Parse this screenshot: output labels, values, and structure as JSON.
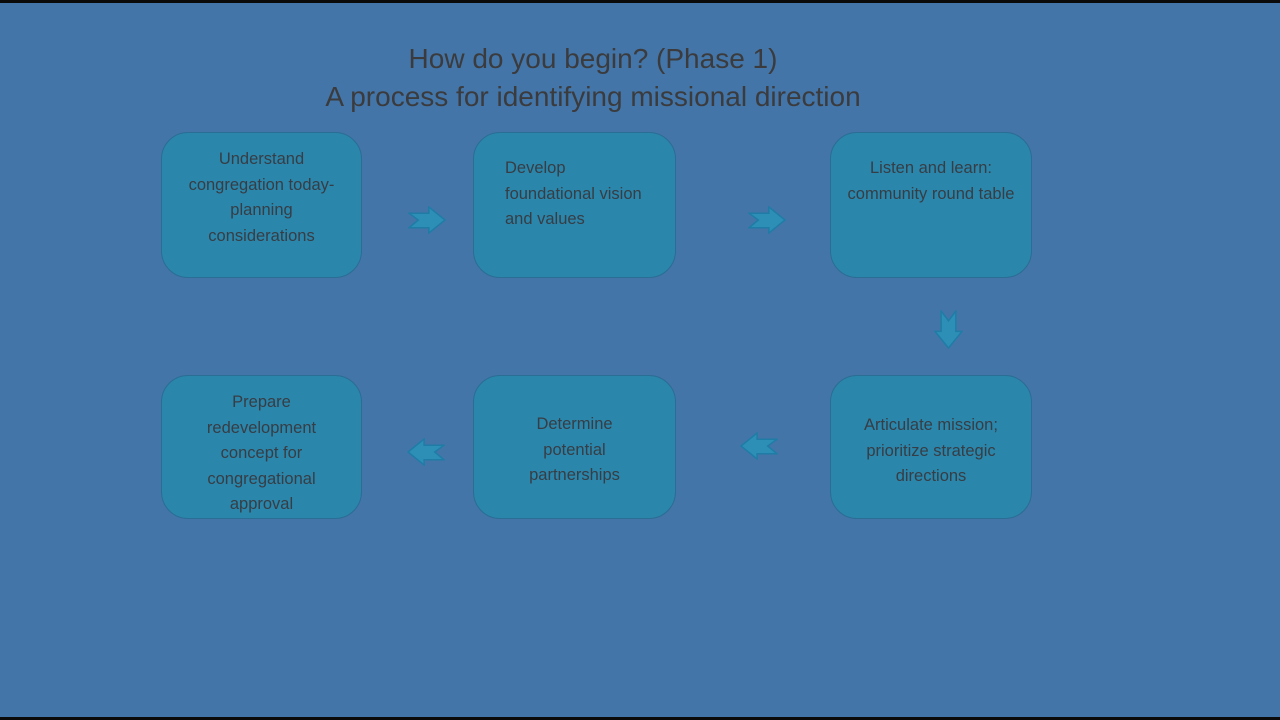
{
  "title": {
    "line1": "How do you begin? (Phase 1)",
    "line2": "A process for identifying missional direction"
  },
  "diagram": {
    "boxes": [
      {
        "id": "step-1",
        "label": "Understand congregation today-planning considerations"
      },
      {
        "id": "step-2",
        "label": "Develop foundational vision and values"
      },
      {
        "id": "step-3",
        "label": "Listen and learn: community round table"
      },
      {
        "id": "step-4",
        "label": "Articulate mission; prioritize strategic directions"
      },
      {
        "id": "step-5",
        "label": "Determine potential partnerships"
      },
      {
        "id": "step-6",
        "label": "Prepare redevelopment concept for congregational approval"
      }
    ],
    "arrows": [
      {
        "from": "step-1",
        "to": "step-2",
        "direction": "right"
      },
      {
        "from": "step-2",
        "to": "step-3",
        "direction": "right"
      },
      {
        "from": "step-3",
        "to": "step-4",
        "direction": "down"
      },
      {
        "from": "step-4",
        "to": "step-5",
        "direction": "left"
      },
      {
        "from": "step-5",
        "to": "step-6",
        "direction": "left"
      }
    ]
  },
  "colors": {
    "background": "#4375a8",
    "box_fill": "#2b86ac",
    "box_border": "#2a6d95",
    "arrow_fill": "#2e8fb6",
    "arrow_border": "#1f7ca6",
    "title_text": "#3b3b3d",
    "box_text": "#373d44"
  }
}
